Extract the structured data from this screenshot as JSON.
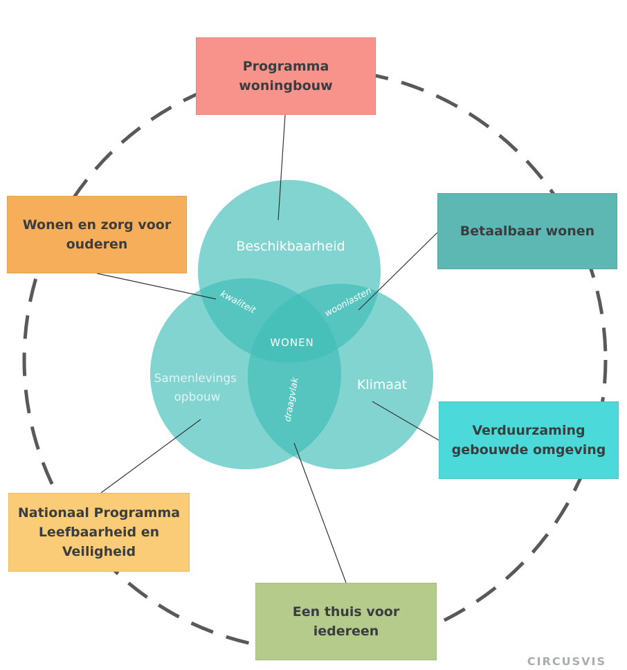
{
  "colors": {
    "circle": "#3fbdb7",
    "ring": "#595959",
    "connector": "#333333",
    "box_woningbouw": "#f7938a",
    "box_ouderen": "#f6ae5a",
    "box_betaalbaar": "#5db8b3",
    "box_verduurzaming": "#4cd9d9",
    "box_leefbaarheid": "#fbcc78",
    "box_thuis": "#b5cb8b"
  },
  "venn": {
    "top_label": "Beschikbaarheid",
    "left_label": "Samenlevings\nopbouw",
    "right_label": "Klimaat",
    "center_label": "WONEN",
    "overlap_top_left": "kwaliteit",
    "overlap_top_right": "woonlasten",
    "overlap_bottom": "draagvlak"
  },
  "boxes": {
    "woningbouw": "Programma\nwoningbouw",
    "ouderen": "Wonen en zorg voor\nouderen",
    "betaalbaar": "Betaalbaar wonen",
    "verduurzaming": "Verduurzaming\ngebouwde omgeving",
    "leefbaarheid": "Nationaal Programma\nLeefbaarheid en\nVeiligheid",
    "thuis": "Een thuis voor\niedereen"
  },
  "watermark": "CIRCUSVIS"
}
